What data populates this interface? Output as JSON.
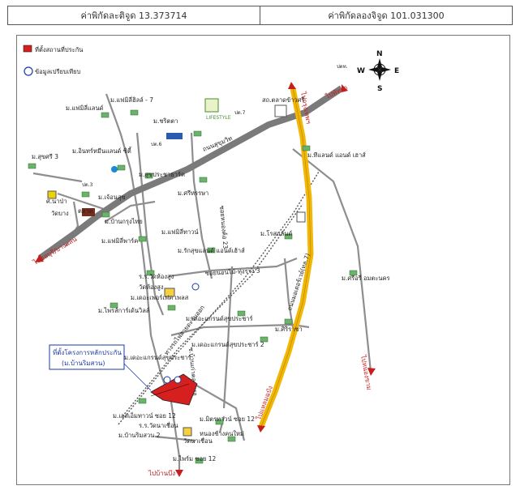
{
  "header": {
    "latitude_text": "ค่าพิกัดละติจูด 13.373714",
    "longitude_text": "ค่าพิกัดลองจิจูด 101.031300"
  },
  "legend": {
    "project_site": "ที่ตั้งสถานที่ประกัน",
    "reference": "ข้อมูลเปรียบเทียบ"
  },
  "compass": {
    "n": "N",
    "e": "E",
    "s": "S",
    "w": "W"
  },
  "callout": {
    "line1": "ที่ตั้งโครงการหลักประกัน",
    "line2": "(ม.บ้านริมสวน)"
  },
  "roads": {
    "sukhumvit": "ถนนสุขุมวิท",
    "motorway": "ถนนมอเตอร์เวย์(ทล.7)",
    "railway": "ทางรถไฟสายตะวันออก",
    "soi_pracha3": "ซอยนอนไม้-ทุ่งรวง 3",
    "soi_lamchabang": "ซอยหนองค้อ 23",
    "soi_banbueng": "ซ.บ้านเก่าคลองหอ"
  },
  "directions": {
    "to_pattaya": "ไปพัทยา",
    "to_bangkok": "ไปกรุงเทพฯ",
    "to_chonburi_left": "ไปชลบุรี/บางแสน",
    "to_laemchabang": "ไปแหลมฉบัง",
    "to_banbueng": "ไปบ้านบึง",
    "to_nongkham": "ไปหนองขาม",
    "to_sattahip": "ไปสัตหีบ"
  },
  "places": {
    "pt": "ปตท.",
    "bangkok_hospital": "สถ.ตลาดข้าวศรี",
    "ms_ds": "ม.แฟมิลี่ฮิลล์ - 7",
    "ms_family": "ม.แฟมิลี่แลนด์",
    "ms_sri": "ม.ชริตตา",
    "ms_suksri": "ม.สุขศรี 3",
    "ms_miracle": "ม.อินทร์หมืนแลนด์ ซิตี้",
    "ms_sukpracha": "ม.สุขประชาธาร์ค",
    "ms_resort": "ม.ศรีหรรษา",
    "ms_jansuk": "ม.เจ้อนสุข",
    "ms_banchuang": "ม.บ้านกรุงไทย",
    "ms_family_park": "ม.แฟมิลี่พาร์ค",
    "ms_family_town": "ม.แฟมิลี่ทาวน์",
    "ms_raksuk": "ม.รักสุขแลนด์ แอนด์เฮ้าส์",
    "ms_rosa": "ม.โรสแล้นด์",
    "ms_land": "ม.ทีแลนด์ แอนด์ เฮาส์",
    "ms_sriracha": "ม.ศิริราชา",
    "ms_grand1": "ม.เดอะแกรนด์สุขประชาร์",
    "ms_grand2": "ม.เดอะแกรนด์สุขประชาร์ 2",
    "ms_grand3": "ม.เดอะแกรนด์สุขประชาร์",
    "ms_prim2": "ม.บ้านริมสวน 2",
    "ms_mitr": "ม.มิตรทาวน์ ซอย 12",
    "ms_tao": "ม.เอสเอ็มทาวน์ ซอย 12",
    "ms_baan": "ม.ไพร์ม ซอย 12",
    "ms_srisuk": "ม.ศรีอรี่ อมตะนคร",
    "ms_tohfai": "ม.ไพรส์การ์เด้นวิลล์",
    "ms_phonkhon": "ม.เดอะเพอร์เฟค เพลส",
    "school": "ร.ร.วัดห้องสูง",
    "temple1": "วัดห้องสูง",
    "temple2": "วัดนาเชื่อน",
    "school2": "ร.ร.วัดนาเชื่อน",
    "nongchang": "หนองช้างคนใหม่",
    "watbang": "วัดบาง",
    "lifestyle": "LIFESTYLE",
    "market": "ตลาด",
    "pit": "ปต.3",
    "police": "ศ.นาป่า",
    "pk1": "ปต.6",
    "pk2": "ปต.7"
  }
}
